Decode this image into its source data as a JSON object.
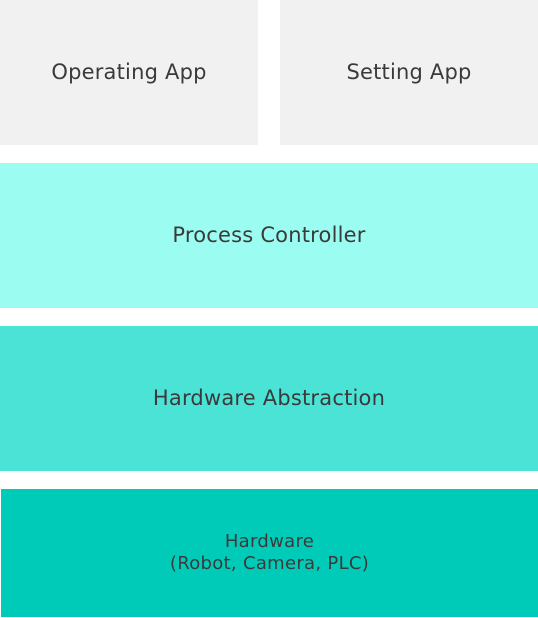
{
  "layers": {
    "operating_app": {
      "label": "Operating App",
      "color": "#f1f1f1"
    },
    "setting_app": {
      "label": "Setting App",
      "color": "#f1f1f1"
    },
    "process_controller": {
      "label": "Process Controller",
      "color": "#9bfdf1"
    },
    "hardware_abstraction": {
      "label": "Hardware Abstraction",
      "color": "#4be3d6"
    },
    "hardware": {
      "label": "Hardware",
      "sublabel": "(Robot, Camera, PLC)",
      "color": "#00cbb9"
    }
  }
}
